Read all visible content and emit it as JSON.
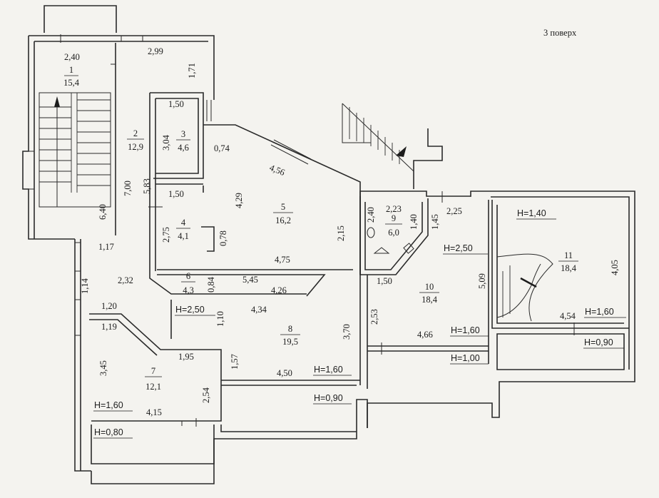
{
  "floor_label": "3 поверх",
  "rooms": [
    {
      "id": "1",
      "area": "15,4"
    },
    {
      "id": "2",
      "area": "12,9"
    },
    {
      "id": "3",
      "area": "4,6"
    },
    {
      "id": "4",
      "area": "4,1"
    },
    {
      "id": "5",
      "area": "16,2"
    },
    {
      "id": "6",
      "area": "4,3"
    },
    {
      "id": "7",
      "area": "12,1"
    },
    {
      "id": "8",
      "area": "19,5"
    },
    {
      "id": "9",
      "area": "6,0"
    },
    {
      "id": "10",
      "area": "18,4"
    },
    {
      "id": "11",
      "area": "18,4"
    }
  ],
  "dimensions": [
    "2,40",
    "2,99",
    "1,71",
    "1,50",
    "3,04",
    "0,74",
    "4,56",
    "5,83",
    "7,00",
    "6,40",
    "1,50",
    "4,29",
    "2,75",
    "0,78",
    "4,75",
    "2,15",
    "1,17",
    "1,14",
    "2,32",
    "0,84",
    "5,45",
    "4,26",
    "1,20",
    "1,19",
    "1,10",
    "4,34",
    "3,70",
    "3,45",
    "1,95",
    "1,57",
    "2,54",
    "4,50",
    "4,15",
    "2,40",
    "2,23",
    "1,40",
    "1,45",
    "2,25",
    "1,50",
    "2,53",
    "4,66",
    "5,09",
    "4,05",
    "4,54"
  ],
  "heights": [
    "H=1,40",
    "H=2,50",
    "H=2,50",
    "H=1,60",
    "H=1,60",
    "H=0,90",
    "H=1,60",
    "H=0,90",
    "H=1,60",
    "H=1,00",
    "H=0,80"
  ]
}
